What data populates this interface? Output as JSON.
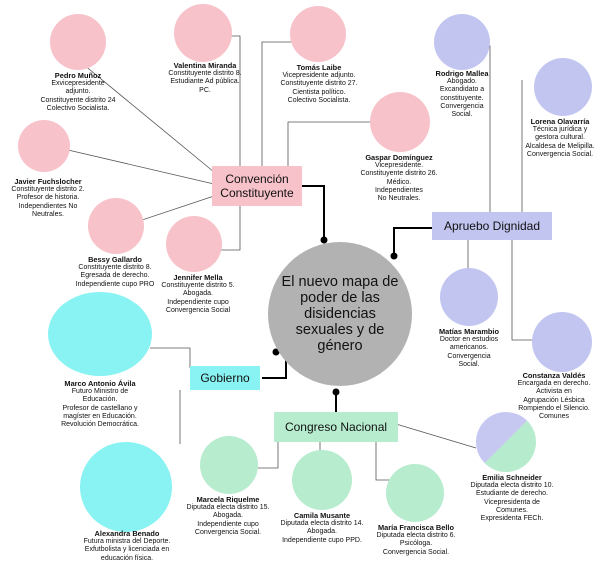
{
  "center": {
    "title": "El nuevo mapa de poder de las disidencias sexuales y de género"
  },
  "hubs": {
    "convencion": "Convención Constituyente",
    "apruebo": "Apruebo Dignidad",
    "gobierno": "Gobierno",
    "congreso": "Congreso Nacional"
  },
  "people": {
    "pedro": {
      "name": "Pedro Muñoz",
      "role": "Exvicepresidente\nadjunto.\nConstituyente distrito 24\nColectivo Socialista."
    },
    "valentina": {
      "name": "Valentina Miranda",
      "role": "Constituyente distrito 8.\nEstudiante Ad pública.\nPC."
    },
    "tomas": {
      "name": "Tomás Laibe",
      "role": "Vicepresidente adjunto.\nConstituyente distrito 27.\nCientista político.\nColectivo Socialista."
    },
    "javier": {
      "name": "Javier Fuchslocher",
      "role": "Constituyente distrito 2.\nProfesor de historia.\nIndependientes No\nNeutrales."
    },
    "gaspar": {
      "name": "Gaspar Domínguez",
      "role": "Vicepresidente.\nConstituyente distrito 26.\nMédico.\nIndependientes\nNo Neutrales."
    },
    "bessy": {
      "name": "Bessy Gallardo",
      "role": "Constituyente distrito 8.\nEgresada de derecho.\nIndependiente cupo PRO"
    },
    "jennifer": {
      "name": "Jennifer Mella",
      "role": "Constituyente distrito 5.\nAbogada.\nIndependiente cupo\nConvergencia Social"
    },
    "rodrigo": {
      "name": "Rodrigo Mallea",
      "role": "Abogado.\nExcandidato a\nconstituyente.\nConvergencia\nSocial."
    },
    "lorena": {
      "name": "Lorena Olavarría",
      "role": "Técnica jurídica y\ngestora cultural.\nAlcaldesa de Melipilla.\nConvergencia Social."
    },
    "matias": {
      "name": "Matías Marambio",
      "role": "Doctor en estudios\namericanos.\nConvergencia\nSocial."
    },
    "constanza": {
      "name": "Constanza Valdés",
      "role": "Encargada en derecho.\nActivista en\nAgrupación Lésbica\nRompiendo el Silencio.\nComunes"
    },
    "marco": {
      "name": "Marco Antonio Ávila",
      "role": "Futuro Ministro de\nEducación.\nProfesor de castellano y\nmagíster en Educación.\nRevolución Democrática."
    },
    "alexandra": {
      "name": "Alexandra Benado",
      "role": "Futura ministra del Deporte.\nExfutbolista y licenciada en\neducación física."
    },
    "emilia": {
      "name": "Emilia Schneider",
      "role": "Diputada electa distrito 10.\nEstudiante de derecho.\nVicepresidenta de\nComunes.\nExpresidenta FECh."
    },
    "marcela": {
      "name": "Marcela Riquelme",
      "role": "Diputada electa distrito 15.\nAbogada.\nIndependiente cupo\nConvergencia Social."
    },
    "camila": {
      "name": "Camila Musante",
      "role": "Diputada electa distrito 14.\nAbogada.\nIndependiente cupo PPD."
    },
    "mariafrancisca": {
      "name": "María Francisca Bello",
      "role": "Diputada electa distrito 6.\nPsicóloga.\nConvergencia Social."
    }
  }
}
